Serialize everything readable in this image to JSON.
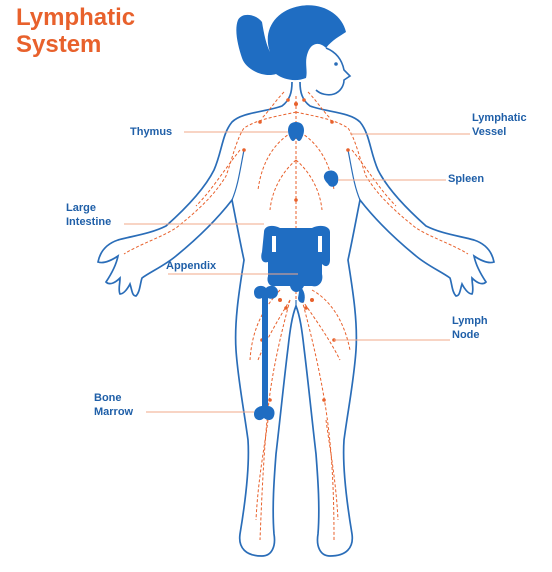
{
  "title": {
    "line1": "Lymphatic",
    "line2": "System"
  },
  "labels": {
    "thymus": "Thymus",
    "lymphatic_vessel_1": "Lymphatic",
    "lymphatic_vessel_2": "Vessel",
    "spleen": "Spleen",
    "large_intestine_1": "Large",
    "large_intestine_2": "Intestine",
    "appendix": "Appendix",
    "lymph_node_1": "Lymph",
    "lymph_node_2": "Node",
    "bone_marrow_1": "Bone",
    "bone_marrow_2": "Marrow"
  },
  "colors": {
    "title": "#e8612c",
    "label": "#1f5fa8",
    "outline": "#2a6db8",
    "organ": "#1f6dc2",
    "vessel": "#e8612c",
    "leader": "#f0a889"
  }
}
